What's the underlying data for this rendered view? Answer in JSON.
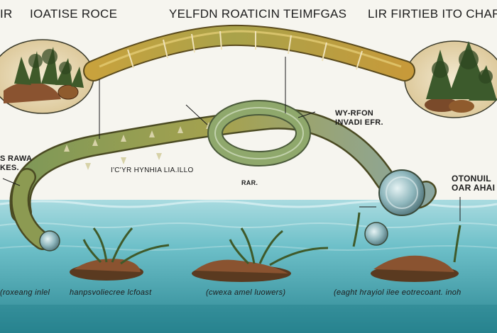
{
  "headings": {
    "left_fragment": "IR",
    "left": "IOATISE ROCE",
    "center": "YELFDN ROATICIN TEIMFGAS",
    "right": "LIR FIRTIEB ITO CHAR.I"
  },
  "labels": {
    "upper_mid_line1": "WY-RFON",
    "upper_mid_line2": "INVADI EFR.",
    "left_side_line1": "S RAWA",
    "left_side_line2": "KES.",
    "body_mid": "I'C'YR HYNHIA LIA.ILLO",
    "center_small": "RAR.",
    "right_side_line1": "OTONUIL",
    "right_side_line2": "OAR AHAI"
  },
  "captions": {
    "left": "(roxeang inlel",
    "center_left": "hanpsvoliecree lcfoast",
    "center_right": "(cwexa amel luowers)",
    "right": "(eaght hrayiol ilee eotrecoant. inoh"
  },
  "colors": {
    "background": "#f6f5ef",
    "water_top": "#7ec6cf",
    "water_deep": "#2f8e9a",
    "tube_olive": "#9aa04c",
    "tube_gold": "#c9a23c",
    "tube_green": "#7f9a5a",
    "rock_brown": "#7a4a2a",
    "foliage_green": "#3f5a2a"
  }
}
